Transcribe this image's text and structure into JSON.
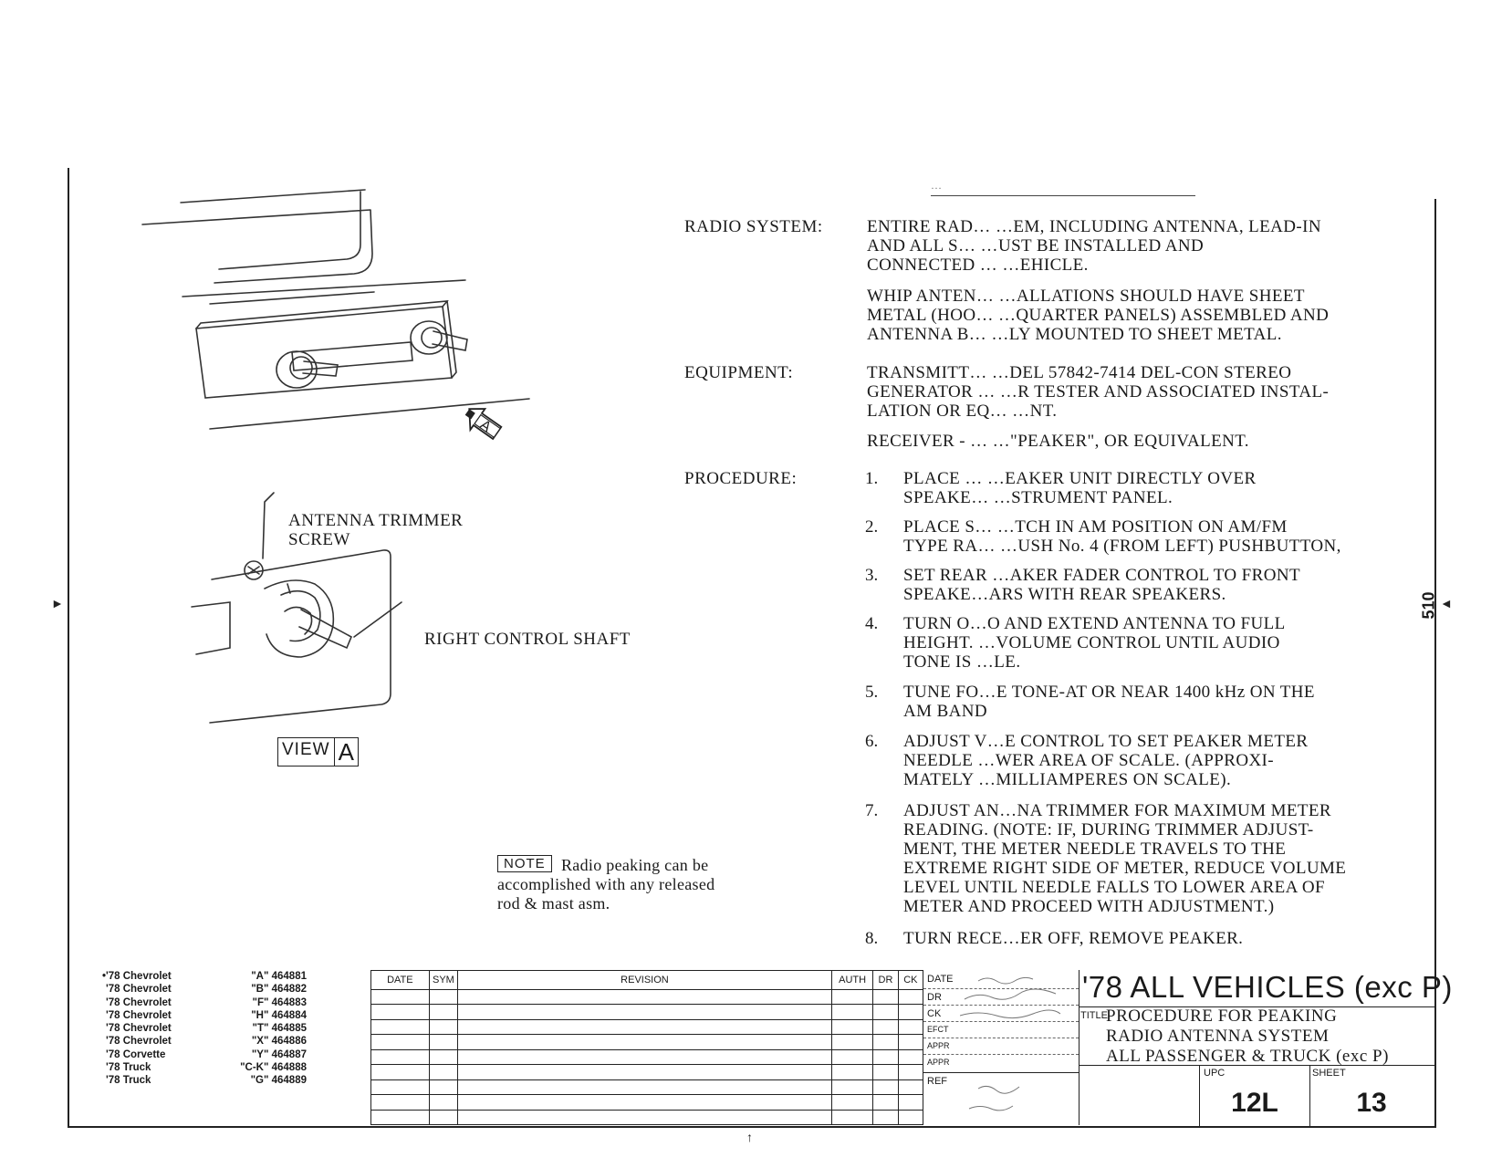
{
  "page_number": "510",
  "body": {
    "header_fragment": "…",
    "sections": [
      {
        "label": "RADIO SYSTEM:",
        "paragraphs": [
          "ENTIRE RAD…  …EM, INCLUDING ANTENNA, LEAD-IN\nAND ALL S…  …UST BE INSTALLED AND\nCONNECTED …  …EHICLE.",
          "WHIP ANTEN…  …ALLATIONS SHOULD HAVE SHEET\nMETAL (HOO…  …QUARTER PANELS) ASSEMBLED AND\nANTENNA B…  …LY MOUNTED TO SHEET METAL."
        ]
      },
      {
        "label": "EQUIPMENT:",
        "paragraphs": [
          "TRANSMITT…  …DEL 57842-7414 DEL-CON STEREO\nGENERATOR …  …R TESTER AND ASSOCIATED INSTAL-\nLATION OR EQ…  …NT.",
          "RECEIVER - …  …\"PEAKER\", OR EQUIVALENT."
        ]
      }
    ],
    "procedure_label": "PROCEDURE:",
    "steps": [
      {
        "num": "1.",
        "text": "PLACE …  …EAKER UNIT DIRECTLY OVER\nSPEAKE…  …STRUMENT PANEL."
      },
      {
        "num": "2.",
        "text": "PLACE S…  …TCH IN AM POSITION ON AM/FM\nTYPE RA…  …USH No. 4 (FROM LEFT) PUSHBUTTON,"
      },
      {
        "num": "3.",
        "text": "SET REAR …AKER FADER CONTROL TO FRONT\nSPEAKE…ARS WITH REAR SPEAKERS."
      },
      {
        "num": "4.",
        "text": "TURN O…O AND EXTEND ANTENNA TO FULL\nHEIGHT. …VOLUME CONTROL UNTIL AUDIO\nTONE IS …LE."
      },
      {
        "num": "5.",
        "text": "TUNE FO…E TONE-AT OR NEAR 1400 kHz ON THE\nAM BAND"
      },
      {
        "num": "6.",
        "text": "ADJUST V…E CONTROL TO SET PEAKER METER\nNEEDLE …WER AREA OF SCALE. (APPROXI-\nMATELY …MILLIAMPERES ON SCALE)."
      },
      {
        "num": "7.",
        "text": "ADJUST AN…NA TRIMMER FOR MAXIMUM METER\nREADING. (NOTE: IF, DURING TRIMMER ADJUST-\nMENT, THE METER NEEDLE TRAVELS TO THE\nEXTREME RIGHT SIDE OF METER, REDUCE VOLUME\nLEVEL UNTIL NEEDLE FALLS TO LOWER AREA OF\nMETER AND PROCEED WITH ADJUSTMENT.)"
      },
      {
        "num": "8.",
        "text": "TURN RECE…ER OFF, REMOVE PEAKER."
      }
    ]
  },
  "diagram": {
    "view_marker": "A",
    "callout_trimmer": "ANTENNA TRIMMER\nSCREW",
    "callout_shaft": "RIGHT CONTROL SHAFT",
    "view_label_word": "VIEW",
    "view_label_letter": "A"
  },
  "note": {
    "tag": "NOTE",
    "text": "Radio peaking can be\naccomplished with any released\nrod & mast asm."
  },
  "models": [
    {
      "prefix": "•",
      "name": "'78 Chevrolet",
      "code": "\"A\" 464881"
    },
    {
      "prefix": "",
      "name": "'78 Chevrolet",
      "code": "\"B\" 464882"
    },
    {
      "prefix": "",
      "name": "'78 Chevrolet",
      "code": "\"F\" 464883"
    },
    {
      "prefix": "",
      "name": "'78 Chevrolet",
      "code": "\"H\" 464884"
    },
    {
      "prefix": "",
      "name": "'78 Chevrolet",
      "code": "\"T\" 464885"
    },
    {
      "prefix": "",
      "name": "'78 Chevrolet",
      "code": "\"X\" 464886"
    },
    {
      "prefix": "",
      "name": "'78 Corvette",
      "code": "\"Y\" 464887"
    },
    {
      "prefix": "",
      "name": "'78 Truck",
      "code": "\"C-K\" 464888"
    },
    {
      "prefix": "",
      "name": "'78 Truck",
      "code": "\"G\" 464889"
    }
  ],
  "revision_table": {
    "headers": [
      "DATE",
      "SYM",
      "REVISION",
      "AUTH",
      "DR",
      "CK"
    ]
  },
  "title_block": {
    "approval_labels": [
      "DATE",
      "DR",
      "CK",
      "EFCT",
      "APPR",
      "APPR",
      "REF"
    ],
    "vehicles": "'78 ALL VEHICLES (exc P)",
    "title_label": "TITLE",
    "title": "PROCEDURE FOR PEAKING\nRADIO ANTENNA SYSTEM\nALL PASSENGER & TRUCK (exc P)",
    "upc_label": "UPC",
    "upc_value": "12L",
    "sheet_label": "SHEET",
    "sheet_value": "13"
  }
}
